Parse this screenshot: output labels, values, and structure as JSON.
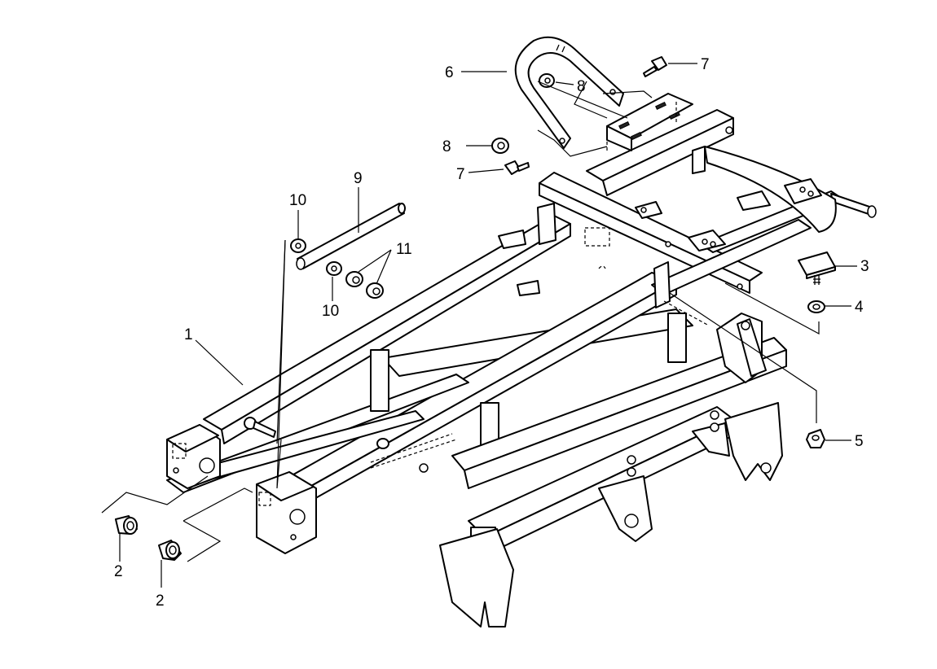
{
  "callouts": [
    {
      "id": "c1",
      "label": "1"
    },
    {
      "id": "c2a",
      "label": "2"
    },
    {
      "id": "c2b",
      "label": "2"
    },
    {
      "id": "c3",
      "label": "3"
    },
    {
      "id": "c4",
      "label": "4"
    },
    {
      "id": "c5",
      "label": "5"
    },
    {
      "id": "c6",
      "label": "6"
    },
    {
      "id": "c7a",
      "label": "7"
    },
    {
      "id": "c7b",
      "label": "7"
    },
    {
      "id": "c8a",
      "label": "8"
    },
    {
      "id": "c8b",
      "label": "8"
    },
    {
      "id": "c9",
      "label": "9"
    },
    {
      "id": "c10a",
      "label": "10"
    },
    {
      "id": "c10b",
      "label": "10"
    },
    {
      "id": "c11",
      "label": "11"
    }
  ],
  "colors": {
    "line": "#000000",
    "background": "#ffffff"
  }
}
